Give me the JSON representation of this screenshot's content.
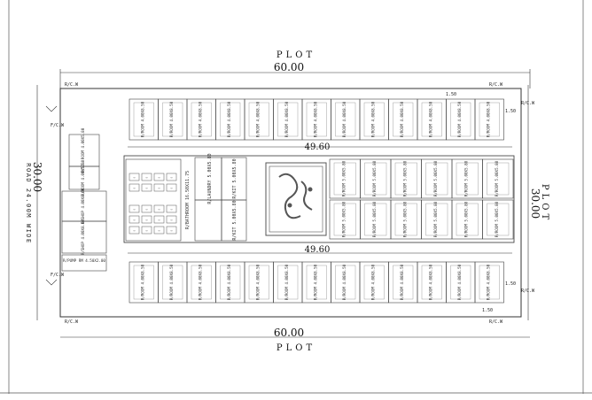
{
  "plot_label": "PLOT",
  "dims": {
    "top_width": "60.00",
    "bottom_width": "60.00",
    "left_depth": "30.00",
    "right_depth": "30.00",
    "inner_top": "49.60",
    "inner_bottom": "49.60"
  },
  "road_label": "ROAD 24.00M WIDE",
  "markers": {
    "rcw": "R/C.W",
    "offset": "1.50",
    "fcw_left": "F/C.W"
  },
  "rooms": {
    "top_row": [
      "R/ROOM 4.00X8.50",
      "R/ROOM 4.00X8.50",
      "R/ROOM 4.00X8.50",
      "R/ROOM 4.00X8.50",
      "R/ROOM 4.00X8.50",
      "R/ROOM 4.00X8.50",
      "R/ROOM 4.00X8.50",
      "R/ROOM 4.00X8.50",
      "R/ROOM 4.00X8.50",
      "R/ROOM 4.00X8.50",
      "R/ROOM 4.00X8.50",
      "R/ROOM 4.00X8.50",
      "R/ROOM 4.00X8.50"
    ],
    "bottom_row": [
      "R/ROOM 4.00X8.50",
      "R/ROOM 4.00X8.50",
      "R/ROOM 4.00X8.50",
      "R/ROOM 4.00X8.50",
      "R/ROOM 4.00X8.50",
      "R/ROOM 4.00X8.50",
      "R/ROOM 4.00X8.50",
      "R/ROOM 4.00X8.50",
      "R/ROOM 4.00X8.50",
      "R/ROOM 4.00X8.50",
      "R/ROOM 4.00X8.50",
      "R/ROOM 4.00X8.50",
      "R/ROOM 4.00X8.50"
    ],
    "mid_upper": [
      "R/ROOM 5.00X5.80",
      "R/ROOM 5.00X5.80",
      "R/ROOM 5.00X5.80",
      "R/ROOM 5.00X5.80",
      "R/ROOM 5.00X5.80",
      "R/ROOM 5.00X5.80"
    ],
    "mid_lower": [
      "R/ROOM 5.00X5.80",
      "R/ROOM 5.00X5.80",
      "R/ROOM 5.00X5.80",
      "R/ROOM 5.00X5.80",
      "R/ROOM 5.00X5.80",
      "R/ROOM 5.00X5.80"
    ],
    "laundry": "R/LAUNDRY 5.00X5.80",
    "kit_upper": "R/KIT 5.00X5.80",
    "kit_lower": "R/KIT 5.00X5.80",
    "bathroom": "R/BATHROOM 16.50X11.75",
    "left_blocks": [
      "R/ST. ROOM 4.00X5.80",
      "R/ROOM 4.00X5.80",
      "R/SHOP 4.00X8.00",
      "R/SHOP 4.00X8.00"
    ],
    "pump_room": "R/PUMP RM 4.50X2.00"
  }
}
